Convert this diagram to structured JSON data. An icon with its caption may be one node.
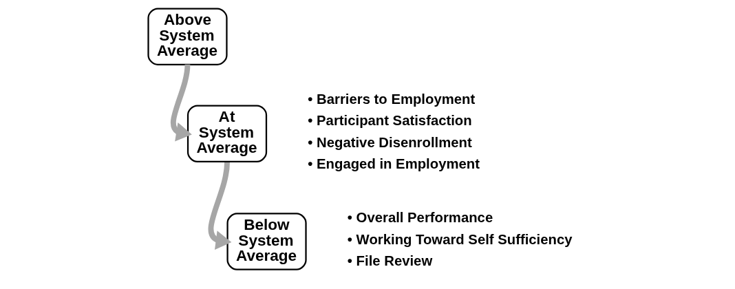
{
  "diagram": {
    "nodes": [
      {
        "text": [
          "Above System Average"
        ]
      },
      {
        "text": [
          "At System Average"
        ],
        "beside": [
          "• Barriers to Employment",
          "• Participant Satisfaction",
          "• Negative Disenrollment",
          "• Engaged in Employment"
        ]
      },
      {
        "text": [
          "Below System Average"
        ],
        "beside": [
          "• Overall Performance",
          "• Working Toward Self Sufficiency",
          "• File Review"
        ]
      }
    ],
    "edges": [
      {
        "from": 0,
        "to": 1,
        "arrow": "to"
      },
      {
        "from": 1,
        "to": 2,
        "arrow": "to"
      }
    ]
  }
}
